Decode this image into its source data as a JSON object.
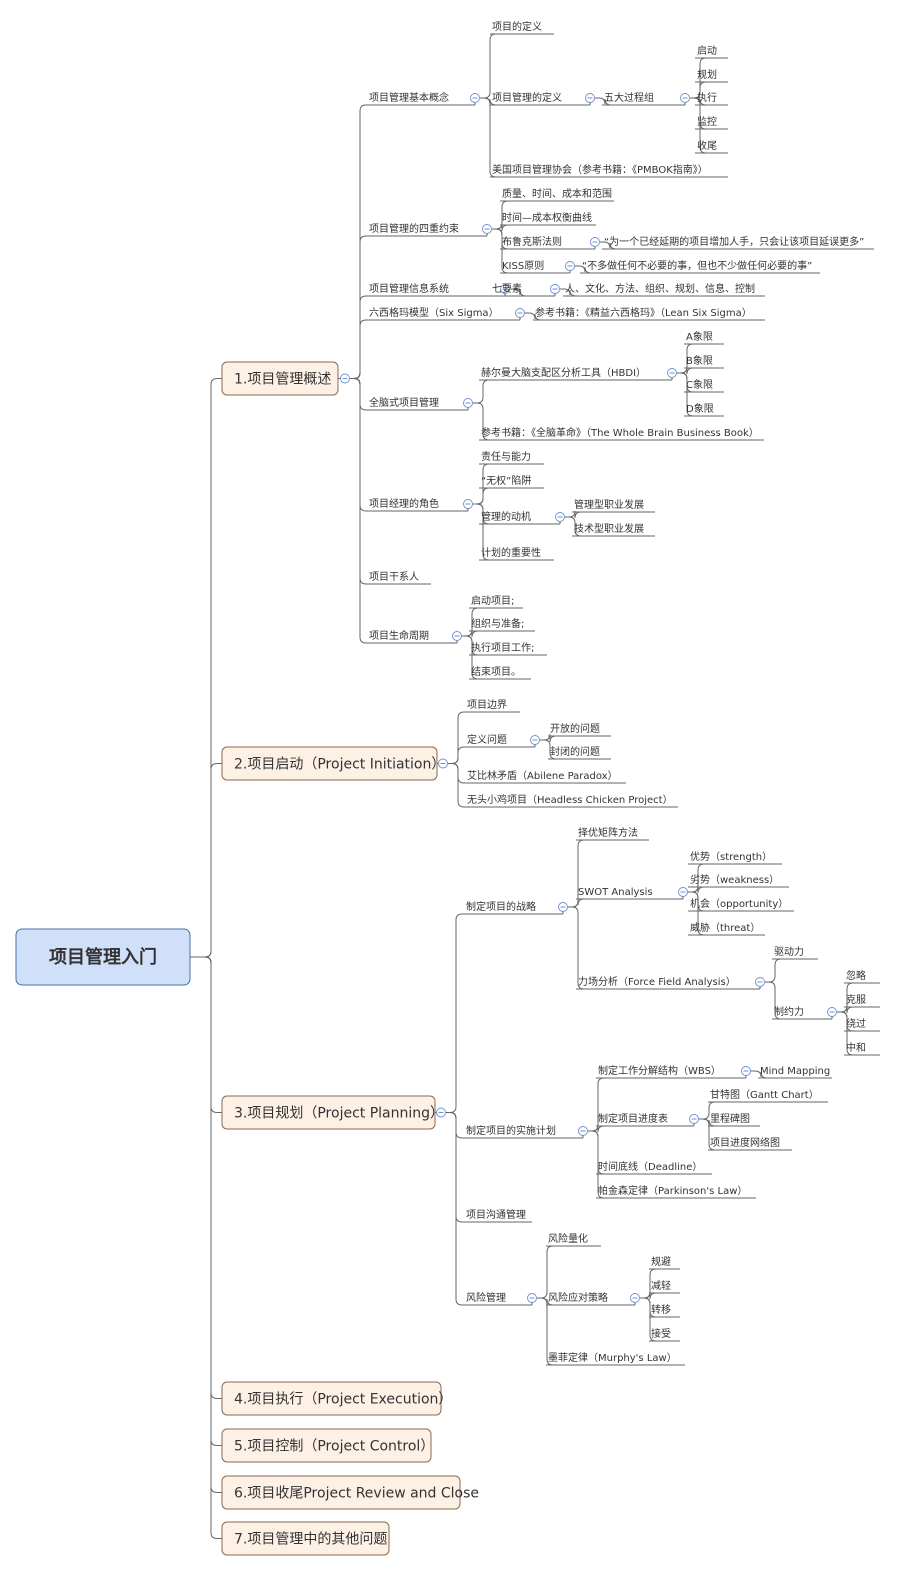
{
  "root": {
    "id": "root",
    "text": "项目管理入门",
    "children": [
      {
        "id": "b1",
        "text": "1.项目管理概述",
        "children": [
          {
            "id": "b1-basic",
            "text": "项目管理基本概念",
            "children": [
              {
                "id": "b1-def",
                "text": "项目的定义"
              },
              {
                "id": "b1-pmdef",
                "text": "项目管理的定义",
                "children": [
                  {
                    "id": "b1-five",
                    "text": "五大过程组",
                    "children": [
                      {
                        "id": "b1-start",
                        "text": "启动"
                      },
                      {
                        "id": "b1-plan",
                        "text": "规划"
                      },
                      {
                        "id": "b1-exec",
                        "text": "执行"
                      },
                      {
                        "id": "b1-mon",
                        "text": "监控"
                      },
                      {
                        "id": "b1-close",
                        "text": "收尾"
                      }
                    ]
                  }
                ]
              },
              {
                "id": "b1-pmi",
                "text": "美国项目管理协会（参考书籍：《PMBOK指南》）"
              }
            ]
          },
          {
            "id": "b1-four",
            "text": "项目管理的四重约束",
            "children": [
              {
                "id": "b1-q",
                "text": "质量、时间、成本和范围"
              },
              {
                "id": "b1-tc",
                "text": "时间—成本权衡曲线"
              },
              {
                "id": "b1-brooks",
                "text": "布鲁克斯法则",
                "children": [
                  {
                    "id": "b1-brooks-q",
                    "text": "“为一个已经延期的项目增加人手，只会让该项目延误更多”"
                  }
                ]
              },
              {
                "id": "b1-kiss",
                "text": "KISS原则",
                "children": [
                  {
                    "id": "b1-kiss-q",
                    "text": "“不多做任何不必要的事，但也不少做任何必要的事”"
                  }
                ]
              }
            ]
          },
          {
            "id": "b1-info",
            "text": "项目管理信息系统",
            "children": [
              {
                "id": "b1-seven",
                "text": "七要素",
                "children": [
                  {
                    "id": "b1-seven-l",
                    "text": "人、文化、方法、组织、规划、信息、控制"
                  }
                ]
              }
            ]
          },
          {
            "id": "b1-six",
            "text": "六西格玛模型（Six Sigma）",
            "children": [
              {
                "id": "b1-six-b",
                "text": "参考书籍：《精益六西格玛》（Lean Six Sigma）"
              }
            ]
          },
          {
            "id": "b1-brain",
            "text": "全脑式项目管理",
            "children": [
              {
                "id": "b1-hbdi",
                "text": "赫尔曼大脑支配区分析工具（HBDI）",
                "children": [
                  {
                    "id": "b1-a",
                    "text": "A象限"
                  },
                  {
                    "id": "b1-b",
                    "text": "B象限"
                  },
                  {
                    "id": "b1-c",
                    "text": "C象限"
                  },
                  {
                    "id": "b1-d",
                    "text": "D象限"
                  }
                ]
              },
              {
                "id": "b1-brain-b",
                "text": "参考书籍：《全脑革命》（The Whole Brain Business Book）"
              }
            ]
          },
          {
            "id": "b1-role",
            "text": "项目经理的角色",
            "children": [
              {
                "id": "b1-resp",
                "text": "责任与能力"
              },
              {
                "id": "b1-trap",
                "text": "“无权”陷阱"
              },
              {
                "id": "b1-motive",
                "text": "管理的动机",
                "children": [
                  {
                    "id": "b1-mgmt",
                    "text": "管理型职业发展"
                  },
                  {
                    "id": "b1-tech",
                    "text": "技术型职业发展"
                  }
                ]
              },
              {
                "id": "b1-planimp",
                "text": "计划的重要性"
              }
            ]
          },
          {
            "id": "b1-stake",
            "text": "项目干系人"
          },
          {
            "id": "b1-life",
            "text": "项目生命周期",
            "children": [
              {
                "id": "b1-l1",
                "text": "启动项目;"
              },
              {
                "id": "b1-l2",
                "text": "组织与准备;"
              },
              {
                "id": "b1-l3",
                "text": "执行项目工作;"
              },
              {
                "id": "b1-l4",
                "text": "结束项目。"
              }
            ]
          }
        ]
      },
      {
        "id": "b2",
        "text": "2.项目启动（Project Initiation）",
        "children": [
          {
            "id": "b2-bound",
            "text": "项目边界"
          },
          {
            "id": "b2-define",
            "text": "定义问题",
            "children": [
              {
                "id": "b2-open",
                "text": "开放的问题"
              },
              {
                "id": "b2-closed",
                "text": "封闭的问题"
              }
            ]
          },
          {
            "id": "b2-abilene",
            "text": "艾比林矛盾（Abilene Paradox）"
          },
          {
            "id": "b2-chicken",
            "text": "无头小鸡项目（Headless Chicken Project）"
          }
        ]
      },
      {
        "id": "b3",
        "text": "3.项目规划（Project Planning）",
        "children": [
          {
            "id": "b3-strat",
            "text": "制定项目的战略",
            "children": [
              {
                "id": "b3-matrix",
                "text": "择优矩阵方法"
              },
              {
                "id": "b3-swot",
                "text": "SWOT Analysis",
                "children": [
                  {
                    "id": "b3-s",
                    "text": "优势（strength）"
                  },
                  {
                    "id": "b3-w",
                    "text": "劣势（weakness）"
                  },
                  {
                    "id": "b3-o",
                    "text": "机会（opportunity）"
                  },
                  {
                    "id": "b3-t",
                    "text": "威胁（threat）"
                  }
                ]
              },
              {
                "id": "b3-force",
                "text": "力场分析（Force Field Analysis）",
                "children": [
                  {
                    "id": "b3-drive",
                    "text": "驱动力"
                  },
                  {
                    "id": "b3-restrain",
                    "text": "制约力",
                    "children": [
                      {
                        "id": "b3-ignore",
                        "text": "忽略"
                      },
                      {
                        "id": "b3-overcome",
                        "text": "克服"
                      },
                      {
                        "id": "b3-bypass",
                        "text": "绕过"
                      },
                      {
                        "id": "b3-neutral",
                        "text": "中和"
                      }
                    ]
                  }
                ]
              }
            ]
          },
          {
            "id": "b3-impl",
            "text": "制定项目的实施计划",
            "children": [
              {
                "id": "b3-wbs",
                "text": "制定工作分解结构（WBS）",
                "children": [
                  {
                    "id": "b3-mind",
                    "text": "Mind Mapping"
                  }
                ]
              },
              {
                "id": "b3-sched",
                "text": "制定项目进度表",
                "children": [
                  {
                    "id": "b3-gantt",
                    "text": "甘特图（Gantt Chart）"
                  },
                  {
                    "id": "b3-mile",
                    "text": "里程碑图"
                  },
                  {
                    "id": "b3-net",
                    "text": "项目进度网络图"
                  }
                ]
              },
              {
                "id": "b3-dead",
                "text": "时间底线（Deadline）"
              },
              {
                "id": "b3-park",
                "text": "帕金森定律（Parkinson's Law）"
              }
            ]
          },
          {
            "id": "b3-comm",
            "text": "项目沟通管理"
          },
          {
            "id": "b3-risk",
            "text": "风险管理",
            "children": [
              {
                "id": "b3-quant",
                "text": "风险量化"
              },
              {
                "id": "b3-resp",
                "text": "风险应对策略",
                "children": [
                  {
                    "id": "b3-avoid",
                    "text": "规避"
                  },
                  {
                    "id": "b3-mit",
                    "text": "减轻"
                  },
                  {
                    "id": "b3-trans",
                    "text": "转移"
                  },
                  {
                    "id": "b3-accept",
                    "text": "接受"
                  }
                ]
              },
              {
                "id": "b3-murphy",
                "text": "墨菲定律（Murphy's Law）"
              }
            ]
          }
        ]
      },
      {
        "id": "b4",
        "text": "4.项目执行（Project Execution）"
      },
      {
        "id": "b5",
        "text": "5.项目控制（Project  Control）"
      },
      {
        "id": "b6",
        "text": "6.项目收尾Project Review and Close"
      },
      {
        "id": "b7",
        "text": "7.项目管理中的其他问题"
      }
    ]
  }
}
